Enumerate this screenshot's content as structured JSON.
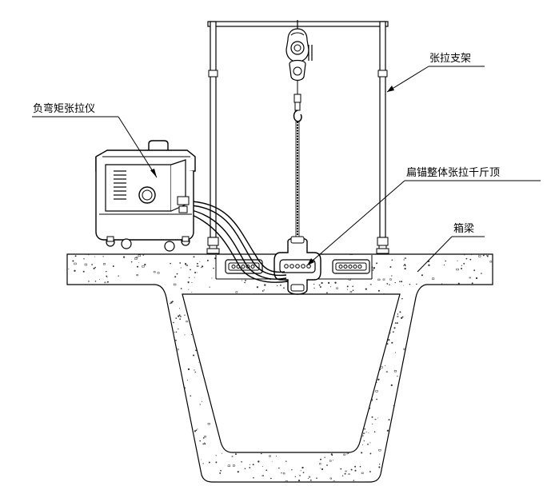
{
  "labels": {
    "frame": "张拉支架",
    "tensioner": "负弯矩张拉仪",
    "jack": "扁锚整体张拉千斤顶",
    "beam": "箱梁"
  },
  "colors": {
    "line": "#000000",
    "background": "#ffffff",
    "concrete_speckle": "#333333"
  }
}
